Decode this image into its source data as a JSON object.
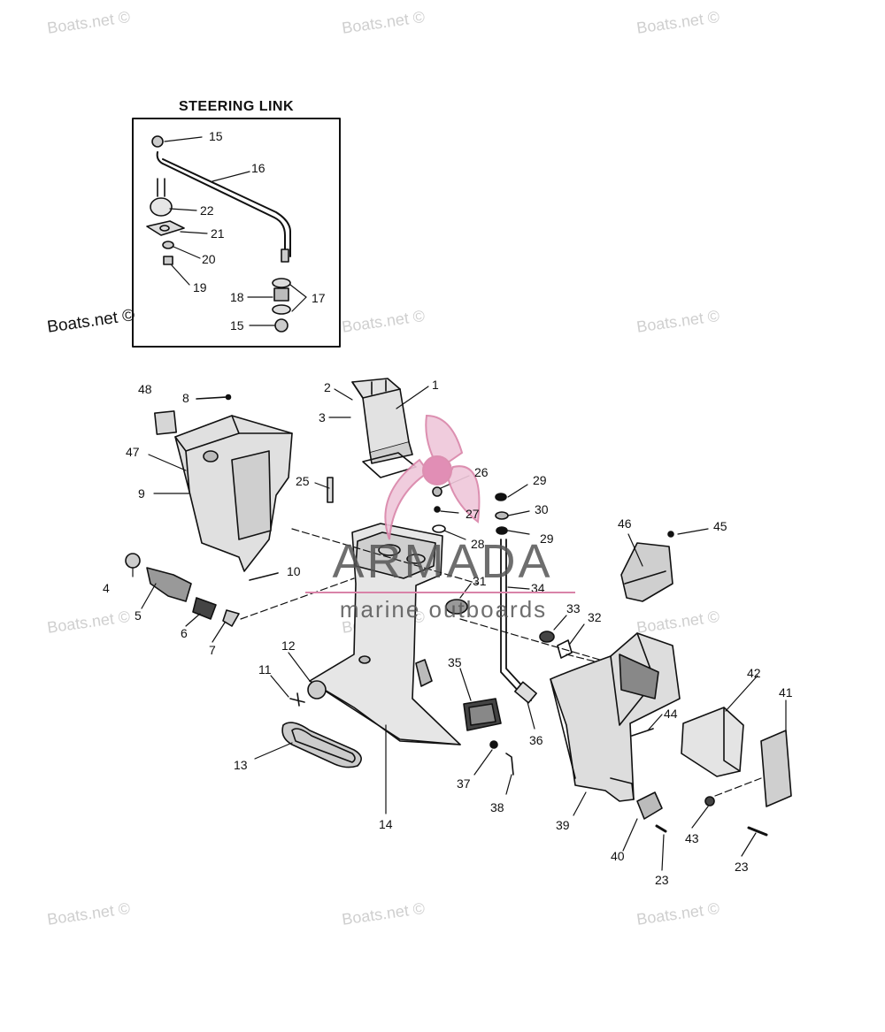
{
  "inset_title": "STEERING LINK",
  "watermark": "Boats.net ©",
  "brand": {
    "name": "ARMADA",
    "tagline": "marine outboards",
    "accent_color": "#e6a2c3"
  },
  "colors": {
    "ink": "#111111",
    "fill": "#d9d9d9",
    "shade": "#b5b5b5",
    "watermark": "#cfcfcf"
  },
  "callouts": {
    "c1": "1",
    "c2": "2",
    "c3": "3",
    "c4": "4",
    "c5": "5",
    "c6": "6",
    "c7": "7",
    "c8": "8",
    "c9": "9",
    "c10": "10",
    "c11": "11",
    "c12": "12",
    "c13": "13",
    "c14": "14",
    "c15a": "15",
    "c15b": "15",
    "c16": "16",
    "c17": "17",
    "c18": "18",
    "c19": "19",
    "c20": "20",
    "c21": "21",
    "c22": "22",
    "c23a": "23",
    "c23b": "23",
    "c25": "25",
    "c26": "26",
    "c27": "27",
    "c28": "28",
    "c29a": "29",
    "c29b": "29",
    "c30": "30",
    "c31": "31",
    "c32": "32",
    "c33": "33",
    "c34": "34",
    "c35": "35",
    "c36": "36",
    "c37": "37",
    "c38": "38",
    "c39": "39",
    "c40": "40",
    "c41": "41",
    "c42": "42",
    "c43": "43",
    "c44": "44",
    "c45": "45",
    "c46": "46",
    "c47": "47",
    "c48": "48"
  }
}
